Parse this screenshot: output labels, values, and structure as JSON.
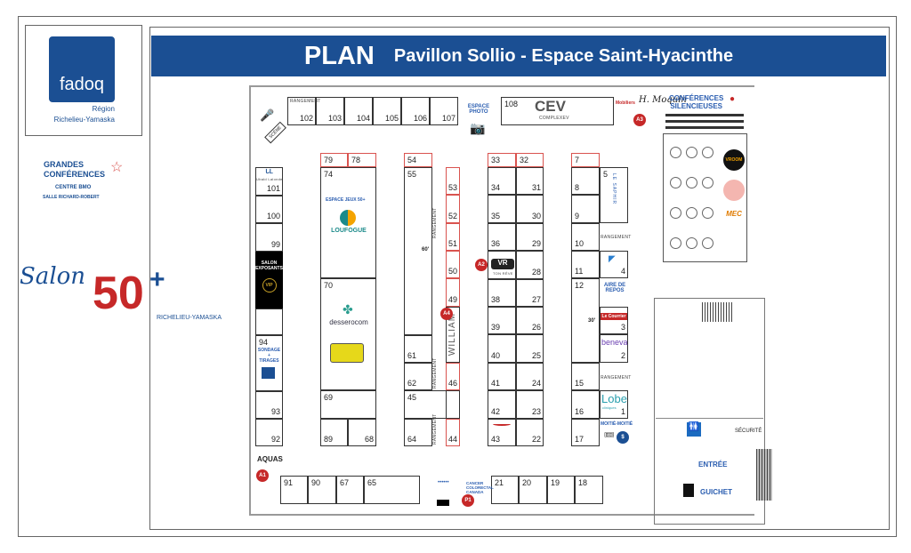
{
  "banner": {
    "title": "PLAN",
    "subtitle": "Pavillon Sollio - Espace Saint-Hyacinthe"
  },
  "sidebar": {
    "fadoq_logo": "fadoq",
    "fadoq_region_1": "Région",
    "fadoq_region_2": "Richelieu-Yamaska",
    "grandes_1": "GRANDES",
    "grandes_2": "CONFÉRENCES",
    "centre": "CENTRE BMO",
    "salle": "SALLE RICHARD-ROBERT",
    "salon_script": "Salon",
    "salon_num": "50",
    "salon_plus": "+",
    "salon_region": "RICHELIEU-YAMASKA"
  },
  "booths": [
    "102",
    "103",
    "104",
    "105",
    "106",
    "107",
    "108",
    "101",
    "100",
    "99",
    "94",
    "93",
    "92",
    "79",
    "78",
    "74",
    "70",
    "69",
    "89",
    "68",
    "54",
    "55",
    "61",
    "62",
    "45",
    "64",
    "53",
    "52",
    "51",
    "50",
    "49",
    "46",
    "44",
    "33",
    "32",
    "34",
    "31",
    "35",
    "30",
    "36",
    "29",
    "28",
    "38",
    "27",
    "39",
    "26",
    "40",
    "25",
    "41",
    "24",
    "42",
    "23",
    "43",
    "22",
    "7",
    "8",
    "9",
    "10",
    "11",
    "12",
    "15",
    "16",
    "17",
    "5",
    "4",
    "3",
    "2",
    "1",
    "91",
    "90",
    "67",
    "65",
    "21",
    "20",
    "19",
    "18"
  ],
  "labels": {
    "rangement": "RANGEMENT",
    "scene": "SCÈNE",
    "espace_photo_1": "ESPACE",
    "espace_photo_2": "PHOTO",
    "espace_jeux": "ESPACE JEUX 50+",
    "salon_exposants_1": "SALON",
    "salon_exposants_2": "EXPOSANTS",
    "vip": "VIP",
    "sondage_1": "SONDAGE",
    "sondage_2": "+",
    "sondage_3": "TIRAGES",
    "dim_60": "60'",
    "dim_30": "30'",
    "aire_1": "AIRE DE",
    "aire_2": "REPOS",
    "moitie": "MOITIÉ-MOITIÉ",
    "conf_1": "CONFÉRENCES",
    "conf_2": "SILENCIEUSES",
    "securite": "SÉCURITÉ",
    "entree": "ENTRÉE",
    "guichet": "GUICHET",
    "cancer_1": "CANCER",
    "cancer_2": "COLORECTAL",
    "cancer_3": "CANADA"
  },
  "logos": {
    "ubald": "Ubald Lalonde",
    "loufogue": "LOUFOGUE",
    "desserocom": "desserocom",
    "cev": "CEV",
    "cev_sub": "COMPLEXEV",
    "moquin_1": "Mobiliers",
    "moquin_2": "H. Moquin",
    "vr": "VR",
    "vr_sub": "TON RÊVE",
    "william": "WILLIAM",
    "lecourrier": "Le Courrier",
    "beneva": "beneva",
    "lobe": "Lobe",
    "lobe_sub": "cliniques",
    "saphir": "LE SAPHIR",
    "aquas": "AQUAS",
    "vroom": "VROOM",
    "mec": "MEC"
  },
  "badges": {
    "a1": "A1",
    "a2": "A2",
    "a3": "A3",
    "a4": "A4",
    "p1": "P1",
    "dollar": "$"
  },
  "colors": {
    "brand_blue": "#1b4f93",
    "accent_red": "#c62828"
  }
}
